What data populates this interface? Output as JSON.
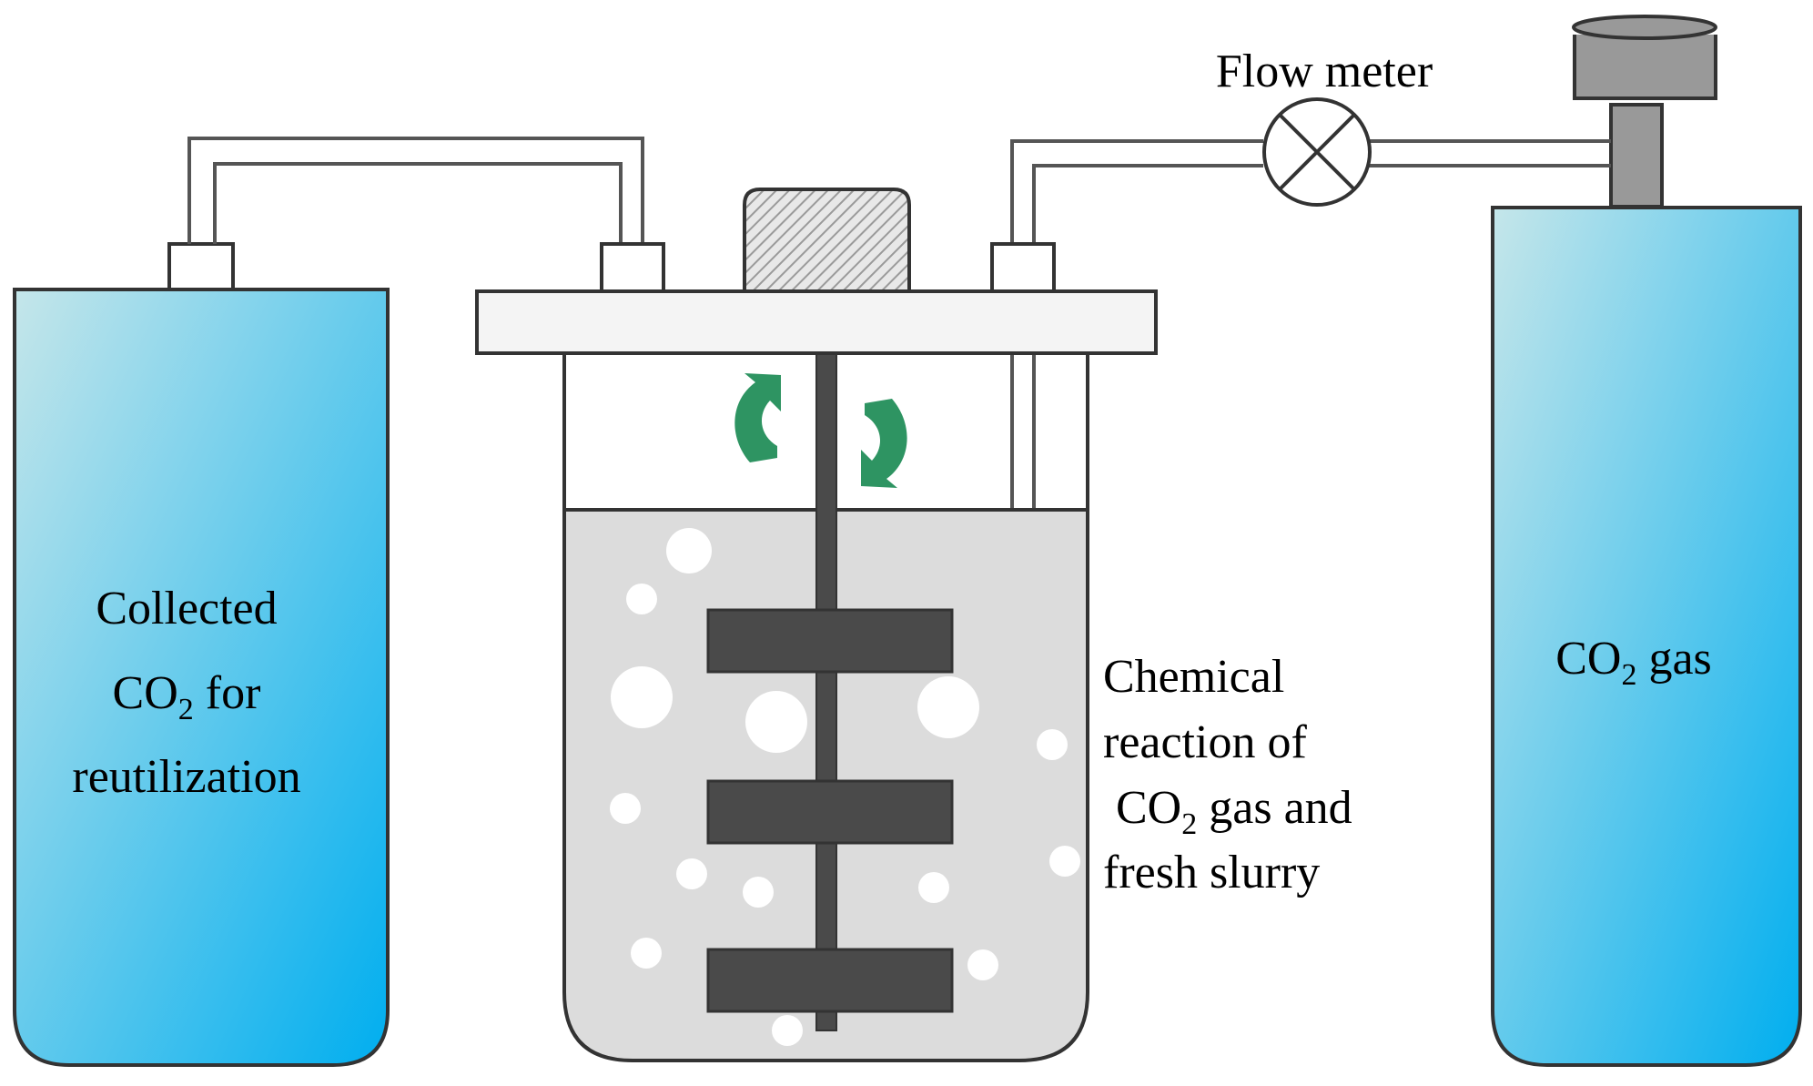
{
  "labels": {
    "left_tank": {
      "line1": "Collected",
      "line2_main": "CO",
      "line2_sub": "2",
      "line2_rest": " for",
      "line3": "reutilization"
    },
    "right_tank": {
      "main": "CO",
      "sub": "2",
      "rest": " gas"
    },
    "flow_meter": "Flow meter",
    "reaction": {
      "line1": "Chemical",
      "line2": "reaction of",
      "line3_main": "CO",
      "line3_sub": "2",
      "line3_rest": " gas and",
      "line4": "fresh slurry"
    }
  },
  "colors": {
    "tank_gradient_start": "#c5e6ea",
    "tank_gradient_end": "#00aeef",
    "outline": "#333333",
    "slurry": "#dcdcdc",
    "paddle": "#4a4a4a",
    "rotation_arrows": "#2e9462",
    "regulator": "#999999",
    "motor_hatch": "#b3b3b3"
  },
  "icons": {
    "rotation": "circular-rotation-arrows-icon",
    "flow_meter": "circle-cross-valve-icon",
    "motor": "hatched-motor-block"
  }
}
